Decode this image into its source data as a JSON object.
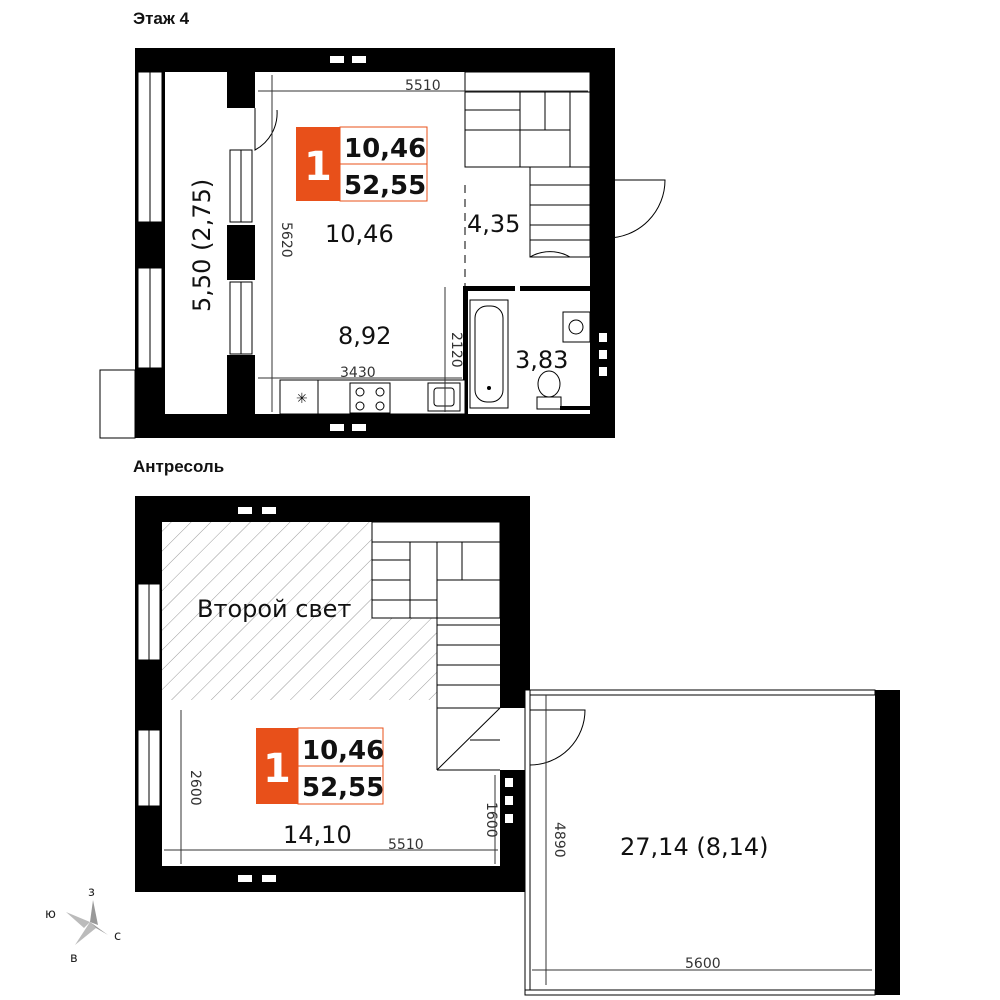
{
  "floors": {
    "floor4": {
      "title": "Этаж 4",
      "rooms": {
        "main": "10,46",
        "kitchen": "8,92",
        "hall": "4,35",
        "bath": "3,83",
        "loggia": "5,50 (2,75)"
      },
      "dims": {
        "top_width": "5510",
        "left_height": "5620",
        "kitchen_width": "3430",
        "bath_height": "2120"
      }
    },
    "mezzanine": {
      "title": "Антресоль",
      "second_light": "Второй свет",
      "rooms": {
        "main": "14,10",
        "terrace": "27,14 (8,14)"
      },
      "dims": {
        "bottom_width": "5510",
        "left_height": "2600",
        "right_height": "1600",
        "terrace_height": "4890",
        "terrace_width": "5600"
      }
    }
  },
  "badge": {
    "number": "1",
    "area_living": "10,46",
    "area_total": "52,55",
    "color": "#E8501A"
  },
  "compass": {
    "north": "с",
    "south": "ю",
    "west": "з",
    "east": "в"
  },
  "colors": {
    "wall": "#000000",
    "accent": "#E8501A"
  }
}
